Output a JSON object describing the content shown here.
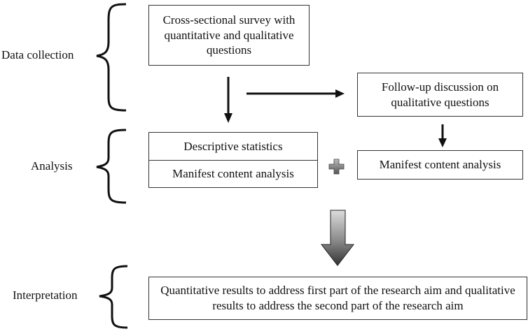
{
  "stages": {
    "collection": "Data collection",
    "analysis": "Analysis",
    "interpretation": "Interpretation"
  },
  "boxes": {
    "survey": "Cross-sectional survey with quantitative and qualitative questions",
    "followup": "Follow-up discussion on qualitative questions",
    "descriptive": "Descriptive statistics",
    "manifest_left": "Manifest content analysis",
    "manifest_right": "Manifest content analysis",
    "interpretation": "Quantitative results to address first part of the research aim and qualitative results to address the second part of the research aim"
  }
}
